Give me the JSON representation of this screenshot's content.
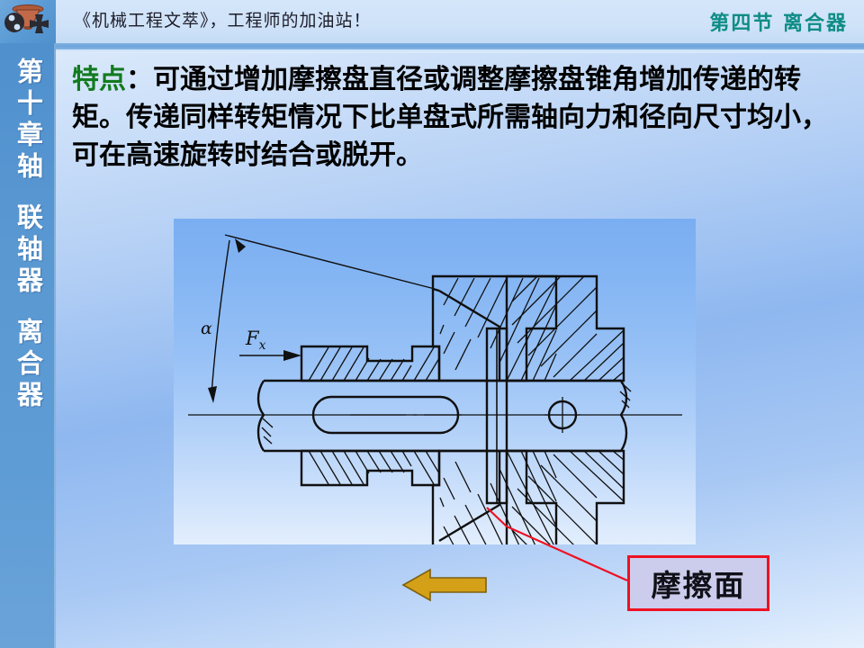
{
  "header": {
    "site_title": "《机械工程文萃》，工程师的加油站！",
    "section_title": "第四节  离合器",
    "logo_icon": "gear-pulley-logo-icon",
    "section_color": "#0e8d86"
  },
  "sidebar": {
    "groups": [
      {
        "label": "第十章轴"
      },
      {
        "label": "联轴器"
      },
      {
        "label": "离合器"
      }
    ],
    "background_color": "#5a98d2",
    "text_color": "#ffffff"
  },
  "body": {
    "keyword": "特点",
    "keyword_color": "#127a1f",
    "colon": "：",
    "text": "可通过增加摩擦盘直径或调整摩擦盘锥角增加传递的转矩。传递同样转矩情况下比单盘式所需轴向力和径向尺寸均小，可在高速旋转时结合或脱开。"
  },
  "figure": {
    "caption_alt": "圆锥摩擦离合器剖视图",
    "angle_label": "α",
    "force_label_base": "F",
    "force_label_sub": "x",
    "line_color": "#101010",
    "fill_color": "none",
    "leader_color": "#ee1122"
  },
  "callout": {
    "label": "摩擦面",
    "border_color": "#ee1122",
    "fill_color": "#ccccec",
    "text_color": "#101018"
  },
  "arrow": {
    "name": "gold-left-arrow",
    "direction": "left",
    "fill_color": "#d4a017",
    "stroke_color": "#7d6010"
  },
  "background": {
    "slide_gradient_top": "#e6f0fb",
    "slide_gradient_mid": "#8fb8f0",
    "slide_gradient_bottom": "#e4f0fd"
  }
}
